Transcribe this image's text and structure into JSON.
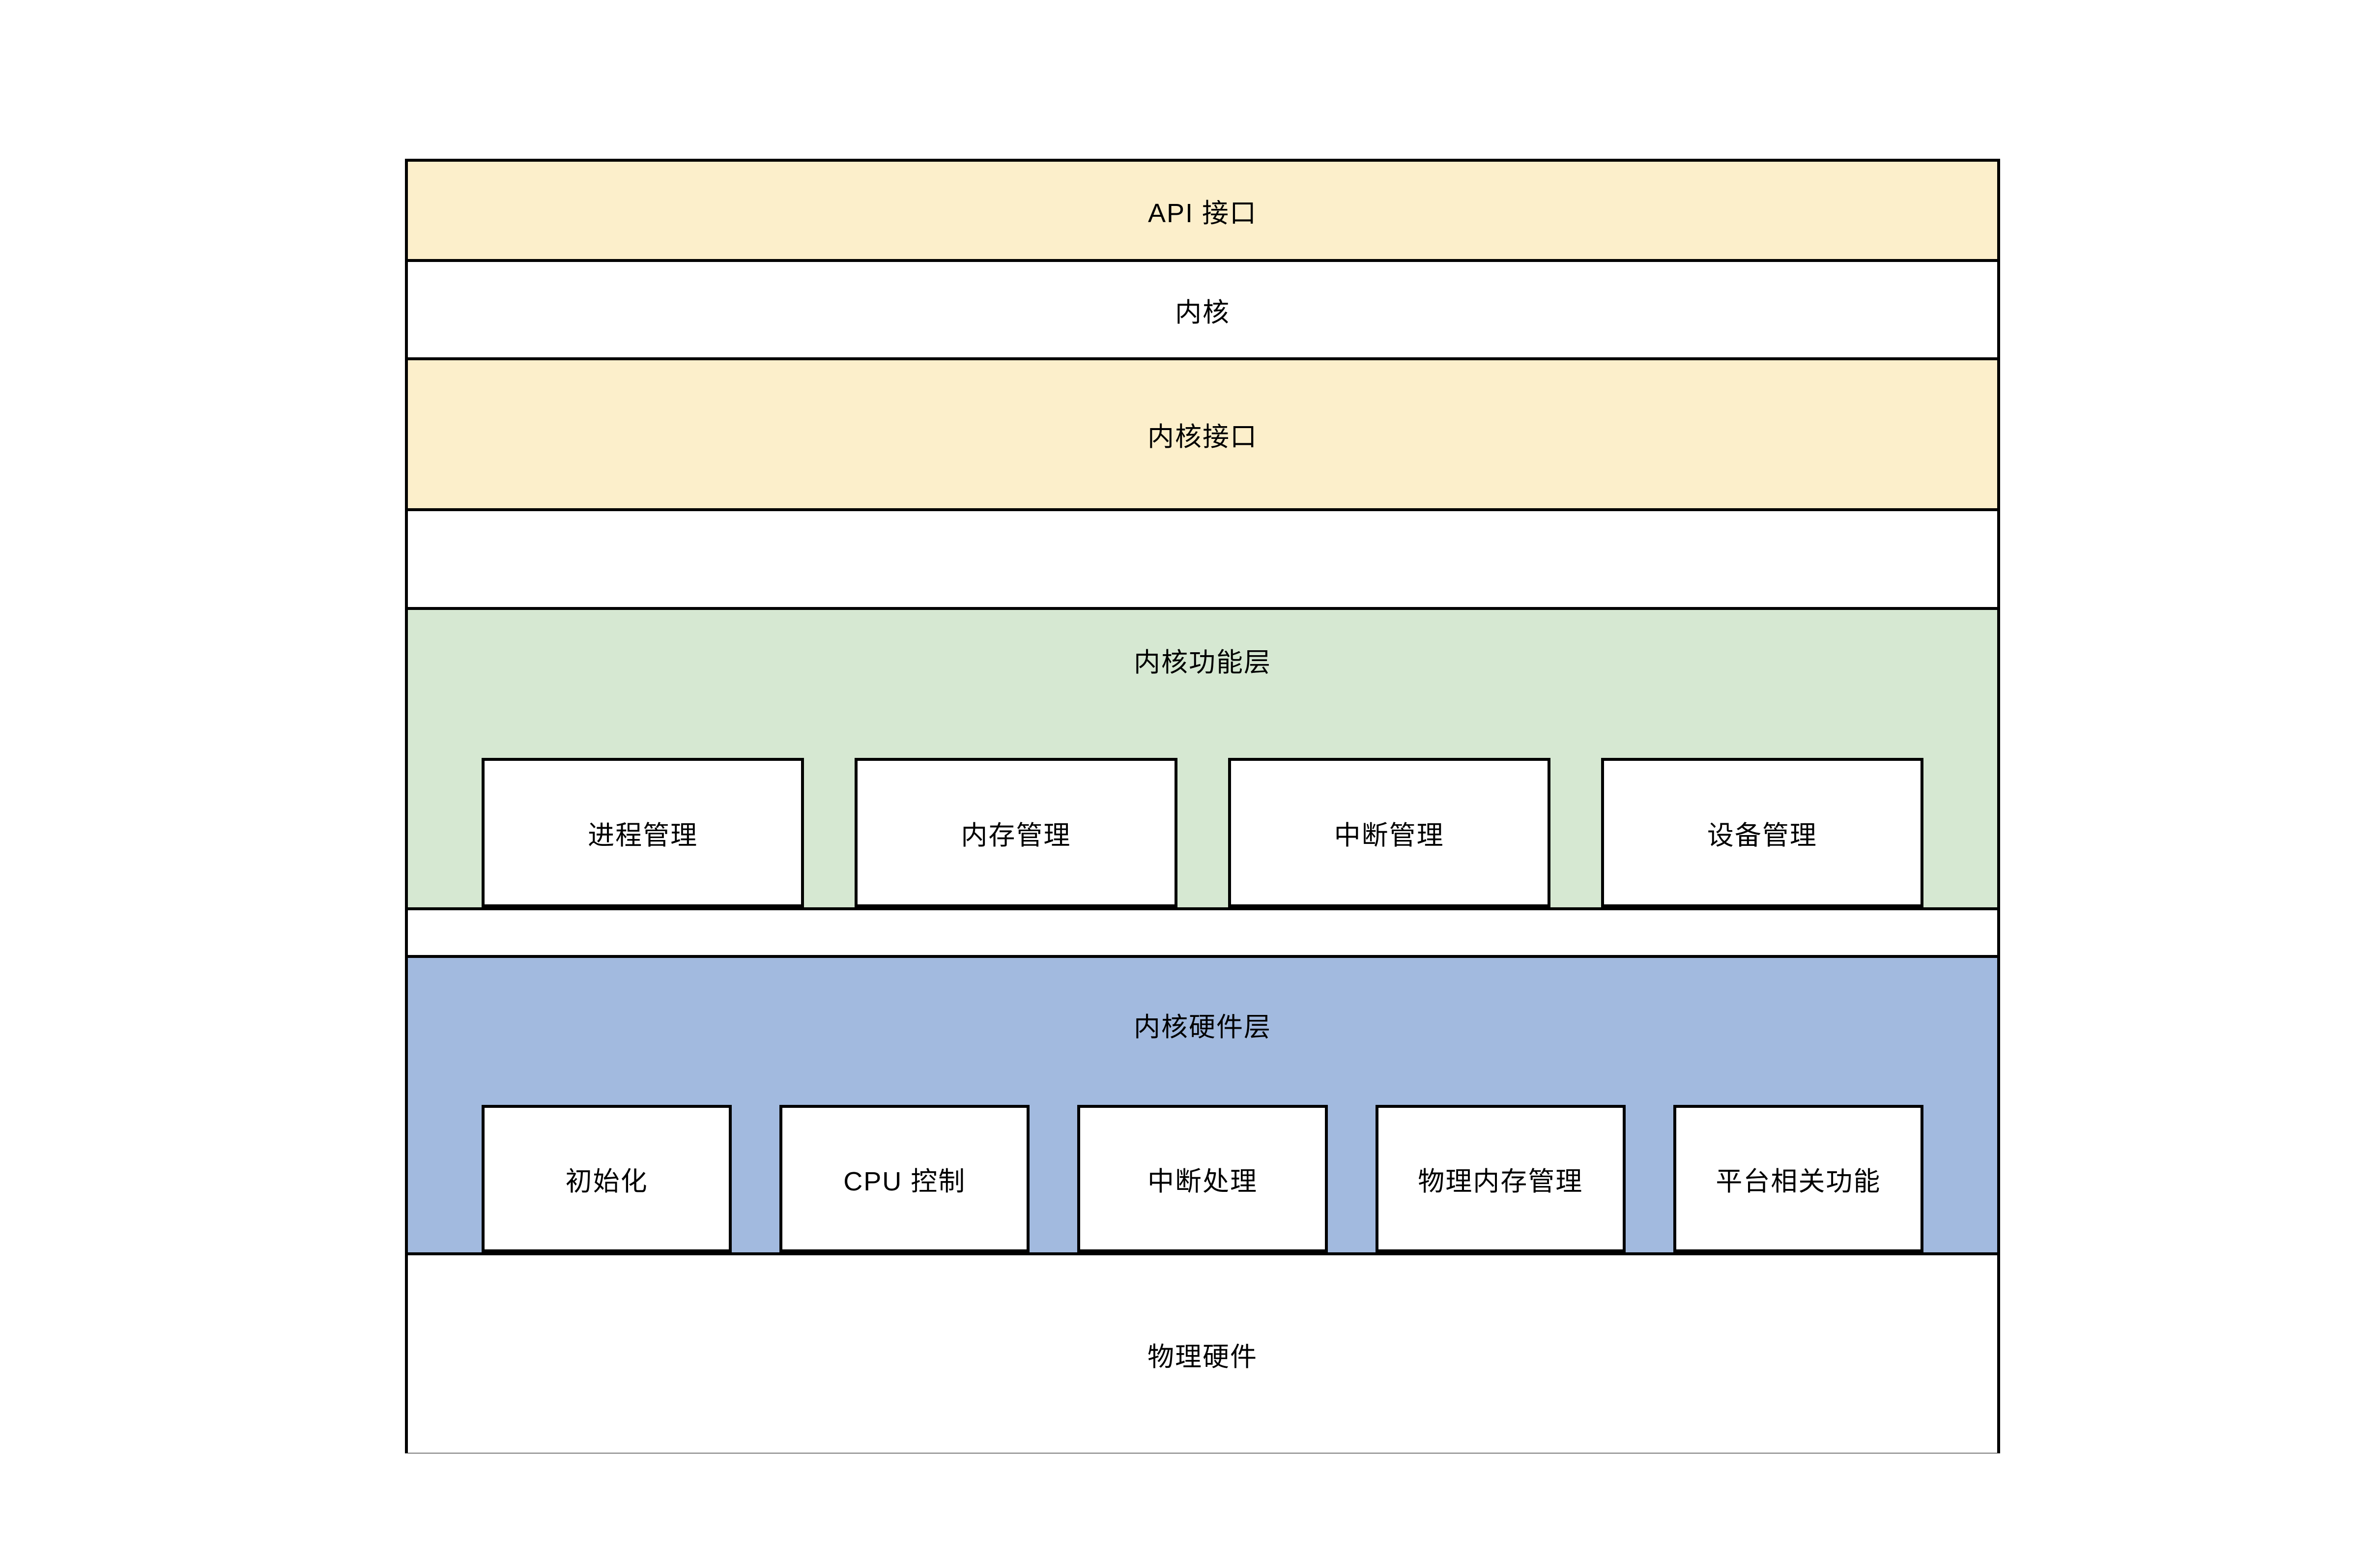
{
  "diagram": {
    "title": "kernel-architecture-stack",
    "colors": {
      "band_cream": "#FCEFCB",
      "band_green": "#D6E8D2",
      "band_blue": "#A2BADF",
      "band_white": "#FFFFFF",
      "border": "#000000",
      "text": "#000000"
    },
    "layers": [
      {
        "label": "API 接口"
      },
      {
        "label": "内核"
      },
      {
        "label": "内核接口"
      },
      {
        "label": ""
      },
      {
        "label": "内核功能层",
        "boxes": [
          "进程管理",
          "内存管理",
          "中断管理",
          "设备管理"
        ]
      },
      {
        "label": ""
      },
      {
        "label": "内核硬件层",
        "boxes": [
          "初始化",
          "CPU 控制",
          "中断处理",
          "物理内存管理",
          "平台相关功能"
        ]
      },
      {
        "label": "物理硬件"
      }
    ]
  }
}
